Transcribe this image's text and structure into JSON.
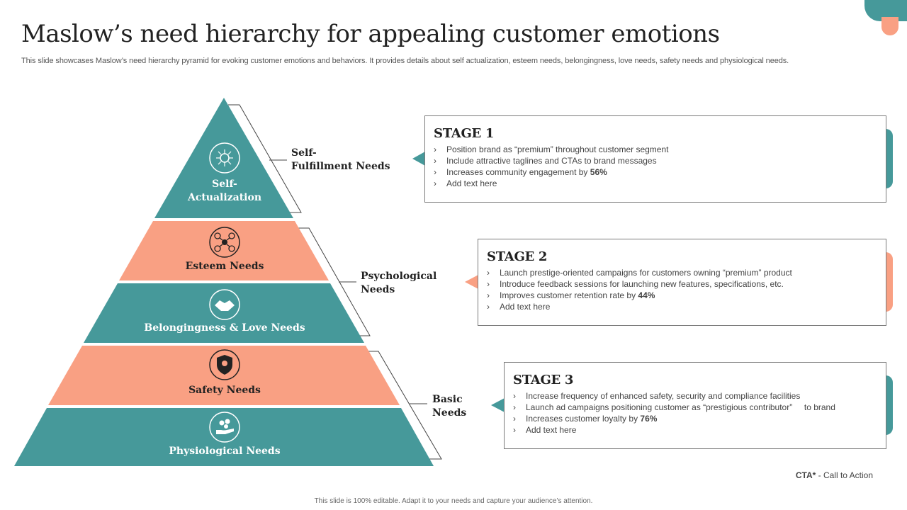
{
  "title": "Maslow’s need hierarchy for appealing customer emotions",
  "subtitle": "This slide showcases Maslow’s need hierarchy pyramid for evoking customer emotions and behaviors. It provides details about self actualization, esteem needs, belongingness, love needs, safety needs and physiological needs.",
  "colors": {
    "teal": "#46999a",
    "salmon": "#f9a083",
    "outline": "#7a7a7a"
  },
  "pyramid": {
    "levels": [
      {
        "label_line1": "Self-",
        "label_line2": "Actualization",
        "icon": "network-person-icon",
        "color": "teal"
      },
      {
        "label": "Esteem Needs",
        "icon": "team-network-icon",
        "color": "salmon"
      },
      {
        "label": "Belongingness & Love Needs",
        "icon": "handshake-icon",
        "color": "teal"
      },
      {
        "label": "Safety Needs",
        "icon": "shield-person-icon",
        "color": "salmon"
      },
      {
        "label": "Physiological Needs",
        "icon": "hand-coins-icon",
        "color": "teal"
      }
    ],
    "groups": [
      {
        "line1": "Self-",
        "line2": "Fulfillment Needs"
      },
      {
        "line1": "Psychological",
        "line2": "Needs"
      },
      {
        "line1": "Basic",
        "line2": "Needs"
      }
    ]
  },
  "stages": [
    {
      "title": "STAGE 1",
      "items": [
        {
          "text": "Position brand as “premium” throughout customer segment"
        },
        {
          "text": "Include attractive taglines and CTAs to brand messages"
        },
        {
          "text": "Increases community engagement by ",
          "bold": "56%"
        },
        {
          "text": "Add text here"
        }
      ]
    },
    {
      "title": "STAGE 2",
      "items": [
        {
          "text": "Launch prestige-oriented campaigns for customers owning “premium” product"
        },
        {
          "text": "Introduce feedback sessions for launching new features, specifications, etc."
        },
        {
          "text": "Improves customer retention rate by ",
          "bold": "44%"
        },
        {
          "text": "Add text here"
        }
      ]
    },
    {
      "title": "STAGE 3",
      "items": [
        {
          "text": "Increase frequency of enhanced safety, security and compliance facilities"
        },
        {
          "text": "Launch ad campaigns positioning customer as “prestigious contributor”     to brand"
        },
        {
          "text": "Increases customer loyalty by ",
          "bold": "76%"
        },
        {
          "text": "Add text here"
        }
      ]
    }
  ],
  "cta": {
    "abbr": "CTA*",
    "text": " - Call to Action"
  },
  "footer": "This slide is 100% editable. Adapt it to your needs and capture your audience’s attention."
}
